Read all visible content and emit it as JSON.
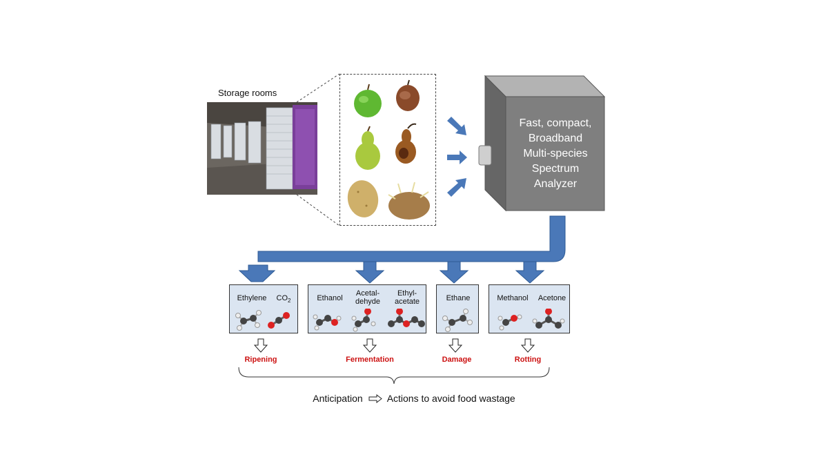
{
  "storage": {
    "label": "Storage rooms"
  },
  "analyzer": {
    "lines": [
      "Fast, compact,",
      "Broadband",
      "Multi-species",
      "Spectrum",
      "Analyzer"
    ]
  },
  "produce": {
    "items": [
      {
        "name": "fresh-apple",
        "color": "#5fb832"
      },
      {
        "name": "rotten-apple",
        "color": "#8a4a2a"
      },
      {
        "name": "fresh-pear",
        "color": "#a9c93e"
      },
      {
        "name": "rotten-pear",
        "color": "#9a5a22"
      },
      {
        "name": "fresh-potato",
        "color": "#cfb06a"
      },
      {
        "name": "sprouted-potato",
        "color": "#a67d4a"
      }
    ]
  },
  "groups": [
    {
      "gases": [
        {
          "line1": "Ethylene",
          "line2": ""
        },
        {
          "line1": "CO",
          "sub": "2",
          "line2": ""
        }
      ],
      "process": "Ripening"
    },
    {
      "gases": [
        {
          "line1": "Ethanol",
          "line2": ""
        },
        {
          "line1": "Acetal-",
          "line2": "dehyde"
        },
        {
          "line1": "Ethyl-",
          "line2": "acetate"
        }
      ],
      "process": "Fermentation"
    },
    {
      "gases": [
        {
          "line1": "Ethane",
          "line2": ""
        }
      ],
      "process": "Damage"
    },
    {
      "gases": [
        {
          "line1": "Methanol",
          "line2": ""
        },
        {
          "line1": "Acetone",
          "line2": ""
        }
      ],
      "process": "Rotting"
    }
  ],
  "bottom": {
    "left": "Anticipation",
    "right": "Actions to avoid food wastage"
  },
  "colors": {
    "arrow_blue": "#4a78b8",
    "box_fill": "#dbe5f1",
    "process_red": "#cc1111",
    "analyzer_gray": "#7f7f7f"
  }
}
